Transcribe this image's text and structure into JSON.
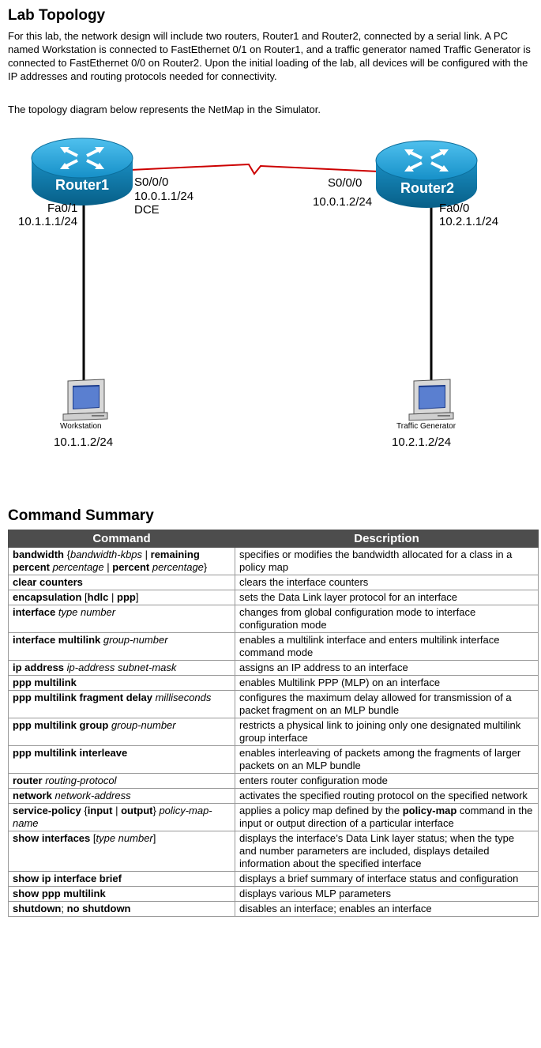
{
  "lab_topology": {
    "heading": "Lab Topology",
    "intro": "For this lab, the network design will include two routers, Router1 and Router2, connected by a serial link. A PC named Workstation is connected to FastEthernet 0/1 on Router1, and a traffic generator named Traffic Generator is connected to FastEthernet 0/0 on Router2. Upon the initial loading of the lab, all devices will be configured with the IP addresses and routing protocols needed for connectivity.",
    "diagram_note": "The topology diagram below represents the NetMap in the Simulator."
  },
  "diagram": {
    "router1": {
      "name": "Router1",
      "lan_iface": "Fa0/1",
      "lan_ip": "10.1.1.1/24",
      "serial_iface": "S0/0/0",
      "serial_ip": "10.0.1.1/24",
      "serial_role": "DCE"
    },
    "router2": {
      "name": "Router2",
      "lan_iface": "Fa0/0",
      "lan_ip": "10.2.1.1/24",
      "serial_iface": "S0/0/0",
      "serial_ip": "10.0.1.2/24"
    },
    "workstation": {
      "name": "Workstation",
      "ip": "10.1.1.2/24"
    },
    "traffic_generator": {
      "name": "Traffic Generator",
      "ip": "10.2.1.2/24"
    },
    "colors": {
      "router_body": "#0a7fb0",
      "router_top": "#1aa0d8",
      "serial_link": "#cc0000",
      "ethernet_link": "#000000"
    }
  },
  "command_summary": {
    "heading": "Command Summary",
    "col_command": "Command",
    "col_description": "Description",
    "rows": [
      {
        "cmd": [
          [
            "k",
            "bandwidth"
          ],
          [
            "t",
            " {"
          ],
          [
            "a",
            "bandwidth-kbps"
          ],
          [
            "t",
            " | "
          ],
          [
            "k",
            "remaining percent"
          ],
          [
            "t",
            " "
          ],
          [
            "a",
            "percentage"
          ],
          [
            "t",
            " | "
          ],
          [
            "k",
            "percent"
          ],
          [
            "t",
            " "
          ],
          [
            "a",
            "percentage"
          ],
          [
            "t",
            "}"
          ]
        ],
        "desc": "specifies or modifies the bandwidth allocated for a class in a policy map"
      },
      {
        "cmd": [
          [
            "k",
            "clear counters"
          ]
        ],
        "desc": "clears the interface counters"
      },
      {
        "cmd": [
          [
            "k",
            "encapsulation"
          ],
          [
            "t",
            " ["
          ],
          [
            "k",
            "hdlc"
          ],
          [
            "t",
            " | "
          ],
          [
            "k",
            "ppp"
          ],
          [
            "t",
            "]"
          ]
        ],
        "desc": "sets the Data Link layer protocol for an interface"
      },
      {
        "cmd": [
          [
            "k",
            "interface"
          ],
          [
            "t",
            " "
          ],
          [
            "a",
            "type number"
          ]
        ],
        "desc": "changes from global configuration mode to interface configuration mode"
      },
      {
        "cmd": [
          [
            "k",
            "interface multilink"
          ],
          [
            "t",
            " "
          ],
          [
            "a",
            "group-number"
          ]
        ],
        "desc": "enables a multilink interface and enters multilink interface command mode"
      },
      {
        "cmd": [
          [
            "k",
            "ip address"
          ],
          [
            "t",
            " "
          ],
          [
            "a",
            "ip-address subnet-mask"
          ]
        ],
        "desc": "assigns an IP address to an interface"
      },
      {
        "cmd": [
          [
            "k",
            "ppp multilink"
          ]
        ],
        "desc": "enables Multilink PPP (MLP) on an interface"
      },
      {
        "cmd": [
          [
            "k",
            "ppp multilink fragment delay"
          ],
          [
            "t",
            " "
          ],
          [
            "a",
            "milliseconds"
          ]
        ],
        "desc": "configures the maximum delay allowed for transmission of a packet fragment on an MLP bundle"
      },
      {
        "cmd": [
          [
            "k",
            "ppp multilink group"
          ],
          [
            "t",
            " "
          ],
          [
            "a",
            "group-number"
          ]
        ],
        "desc": "restricts a physical link to joining only one designated multilink group interface"
      },
      {
        "cmd": [
          [
            "k",
            "ppp multilink interleave"
          ]
        ],
        "desc": "enables interleaving of packets among the fragments of larger packets on an MLP bundle"
      },
      {
        "cmd": [
          [
            "k",
            "router"
          ],
          [
            "t",
            " "
          ],
          [
            "a",
            "routing-protocol"
          ]
        ],
        "desc": "enters router configuration mode"
      },
      {
        "cmd": [
          [
            "k",
            "network"
          ],
          [
            "t",
            " "
          ],
          [
            "a",
            "network-address"
          ]
        ],
        "desc": "activates the specified routing protocol on the specified network"
      },
      {
        "cmd": [
          [
            "k",
            "service-policy"
          ],
          [
            "t",
            " {"
          ],
          [
            "k",
            "input"
          ],
          [
            "t",
            " | "
          ],
          [
            "k",
            "output"
          ],
          [
            "t",
            "} "
          ],
          [
            "a",
            "policy-map-name"
          ]
        ],
        "desc": [
          [
            "t",
            "applies a policy map defined by the "
          ],
          [
            "k",
            "policy-map"
          ],
          [
            "t",
            " command in the input or output direction of a particular interface"
          ]
        ]
      },
      {
        "cmd": [
          [
            "k",
            "show interfaces"
          ],
          [
            "t",
            " ["
          ],
          [
            "a",
            "type number"
          ],
          [
            "t",
            "]"
          ]
        ],
        "desc": "displays the interface’s Data Link layer status; when the type and number parameters are included, displays detailed information about the specified interface"
      },
      {
        "cmd": [
          [
            "k",
            "show ip interface brief"
          ]
        ],
        "desc": "displays a brief summary of interface status and configuration"
      },
      {
        "cmd": [
          [
            "k",
            "show ppp multilink"
          ]
        ],
        "desc": "displays various MLP parameters"
      },
      {
        "cmd": [
          [
            "k",
            "shutdown"
          ],
          [
            "t",
            "; "
          ],
          [
            "k",
            "no shutdown"
          ]
        ],
        "desc": "disables an interface; enables an interface"
      }
    ]
  }
}
